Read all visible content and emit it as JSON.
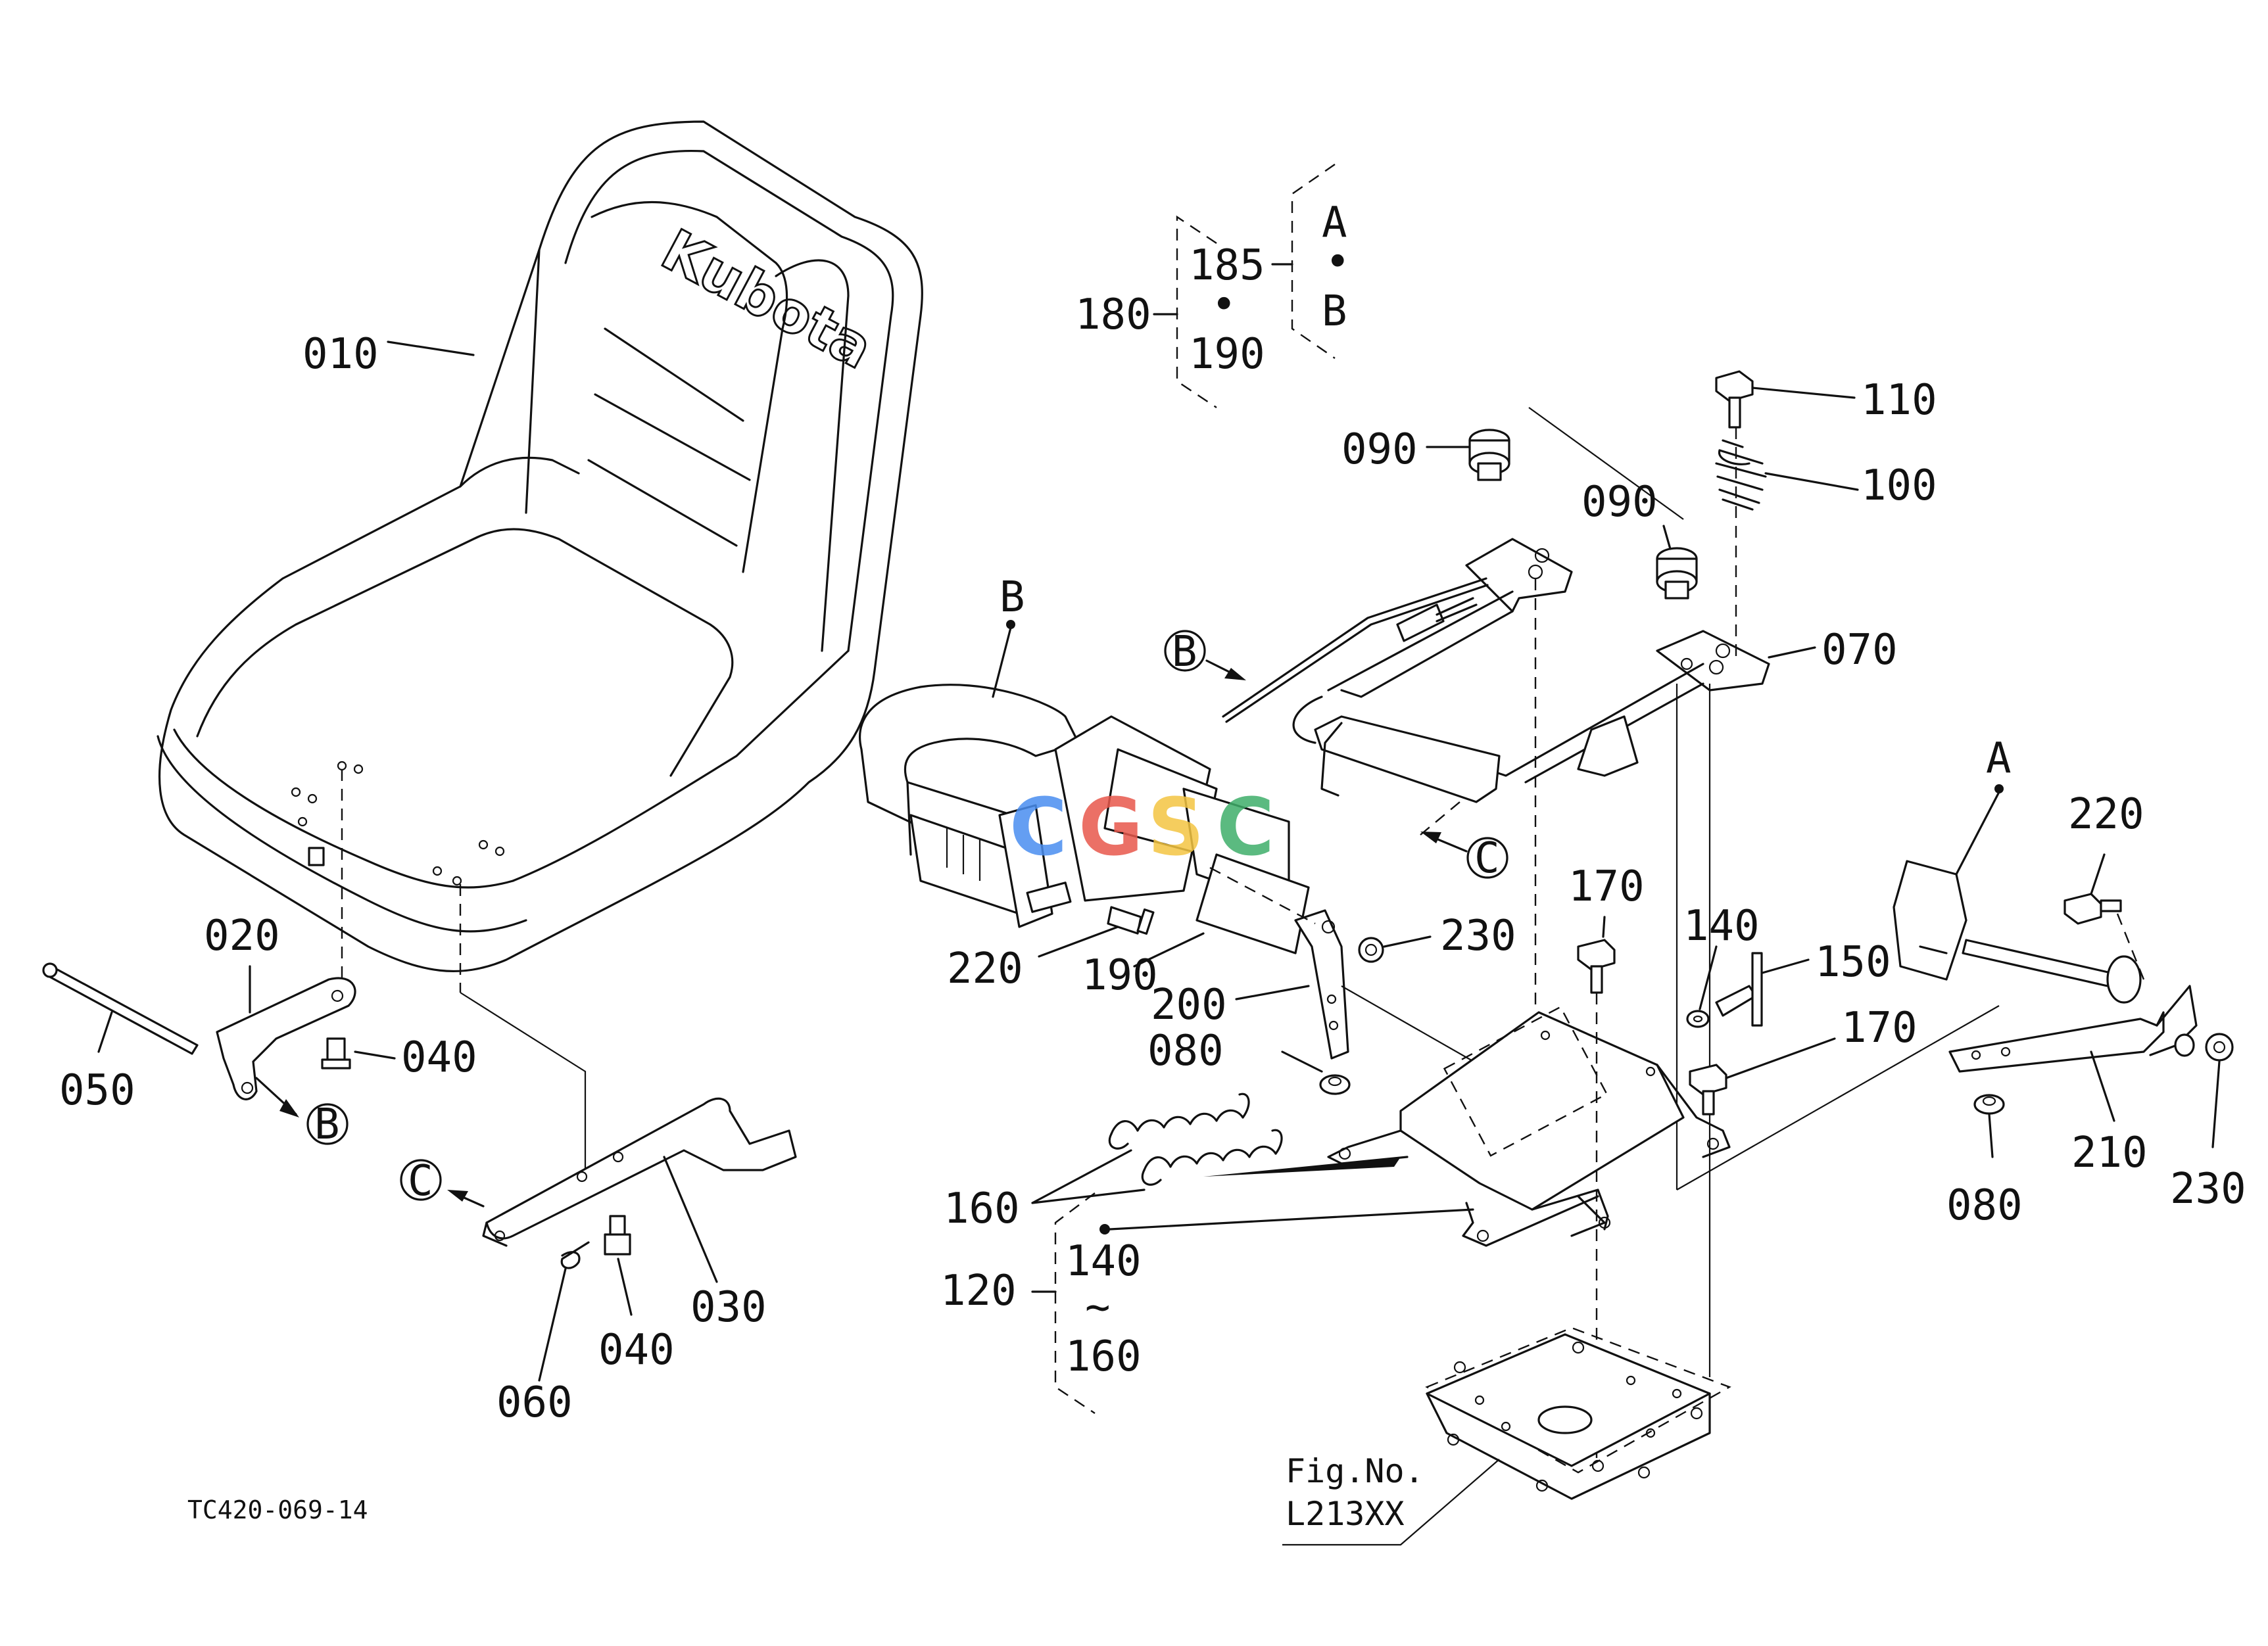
{
  "diagram": {
    "brand_logo": "Kubota",
    "drawing_number": "TC420-069-14",
    "fig_ref": {
      "line1": "Fig.No.",
      "line2": "L213XX"
    },
    "watermark": {
      "letters": [
        "C",
        "G",
        "S",
        "C"
      ],
      "colors": [
        "#4a8ef0",
        "#e8584c",
        "#f4c542",
        "#3fae6a"
      ]
    },
    "callouts": {
      "p010": "010",
      "p020": "020",
      "p030": "030",
      "p040a": "040",
      "p040b": "040",
      "p050": "050",
      "p060": "060",
      "p070": "070",
      "p080a": "080",
      "p080b": "080",
      "p090a": "090",
      "p090b": "090",
      "p100": "100",
      "p110": "110",
      "p140": "140",
      "p150": "150",
      "p160": "160",
      "p170a": "170",
      "p170b": "170",
      "p190": "190",
      "p200": "200",
      "p210": "210",
      "p220a": "220",
      "p220b": "220",
      "p230a": "230",
      "p230b": "230"
    },
    "groups": {
      "g180": {
        "label": "180",
        "top": "185",
        "mid": "•",
        "bottom": "190"
      },
      "gAB": {
        "top": "A",
        "mid": "•",
        "bottom": "B"
      },
      "g120": {
        "label": "120",
        "top": "140",
        "mid": "~",
        "bottom": "160"
      }
    },
    "refs": {
      "b_circle_a": "B",
      "b_circle_b": "B",
      "c_circle_a": "C",
      "c_circle_b": "C",
      "a_point": "A",
      "b_point": "B"
    }
  }
}
